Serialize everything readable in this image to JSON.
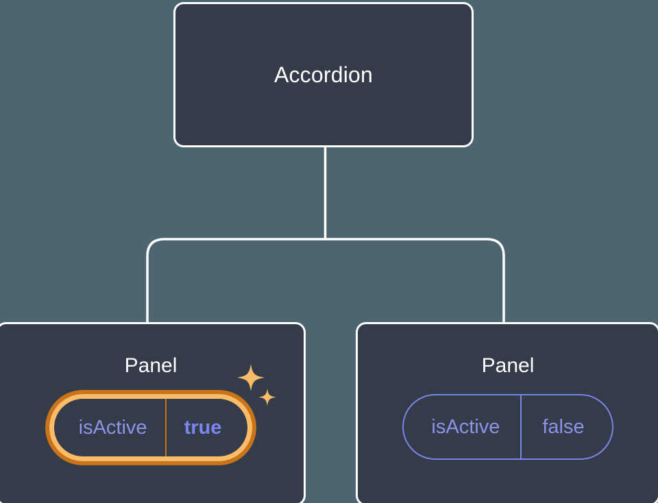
{
  "theme": {
    "background": "#4c6570",
    "node_fill": "#343b49",
    "node_border": "#ffffff",
    "connector": "#ffffff",
    "prop_text": "#8c93e8",
    "prop_border": "#7b85e8",
    "highlight_value_text": "#7c85f0",
    "highlight_ring_inner": "#f9bc68",
    "highlight_ring_outer": "#c9731a",
    "sparkle": "#f9bc68"
  },
  "tree": {
    "root": {
      "title": "Accordion"
    },
    "children": [
      {
        "title": "Panel",
        "highlighted": true,
        "sparkle_icon": "sparkles-icon",
        "prop": {
          "key": "isActive",
          "value": "true"
        }
      },
      {
        "title": "Panel",
        "highlighted": false,
        "prop": {
          "key": "isActive",
          "value": "false"
        }
      }
    ]
  }
}
